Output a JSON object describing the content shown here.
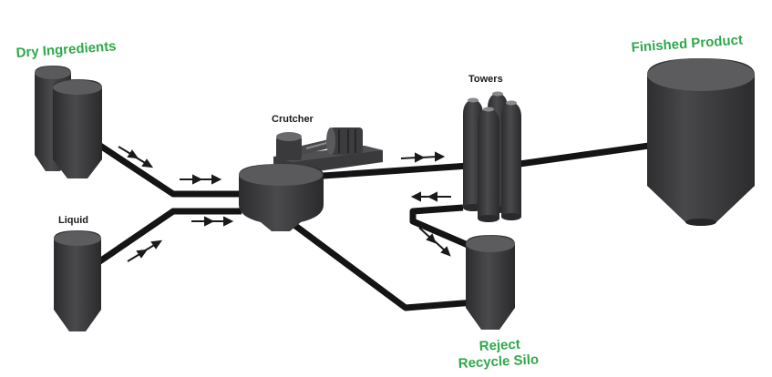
{
  "labels": {
    "dry_ingredients": "Dry Ingredients",
    "liquid": "Liquid",
    "crutcher": "Crutcher",
    "towers": "Towers",
    "finished_product": "Finished Product",
    "reject_line1": "Reject",
    "reject_line2": "Recycle Silo"
  },
  "colors": {
    "label_accent": "#2ea84a",
    "equipment": "#3b3b3d",
    "equipment_dark": "#2a2a2c",
    "equipment_light": "#6a6a6c",
    "pipe": "#141414"
  }
}
